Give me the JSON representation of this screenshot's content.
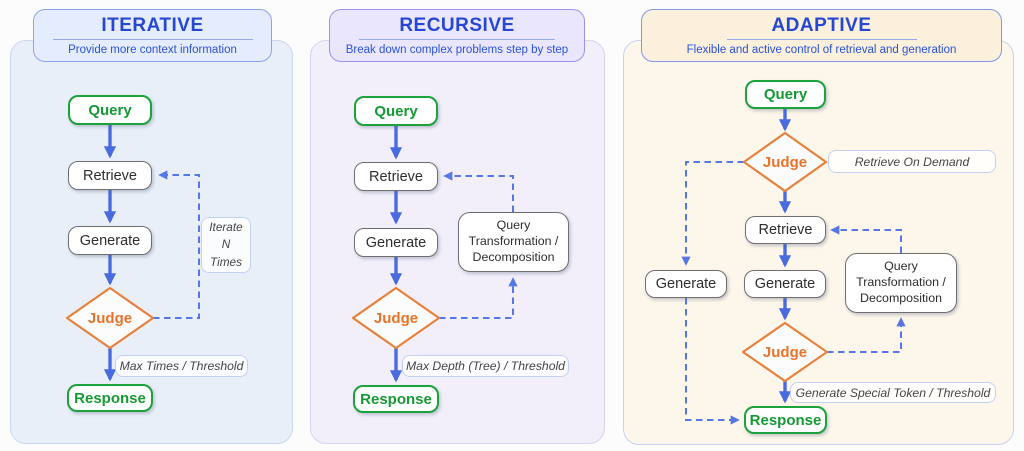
{
  "colors": {
    "title_blue": "#2646d4",
    "arrow_blue": "#4a6be0",
    "dashed_blue": "#5677e8",
    "green": "#1da23c",
    "orange": "#e8813b",
    "gray_border": "#6f6f6f",
    "panel1_bg": "#e9eff8",
    "panel2_bg": "#f2effb",
    "panel3_bg": "#fdf6ea"
  },
  "panels": [
    {
      "title": "ITERATIVE",
      "subtitle": "Provide more context information",
      "nodes": {
        "query": "Query",
        "retrieve": "Retrieve",
        "generate": "Generate",
        "judge": "Judge",
        "response": "Response"
      },
      "annotations": {
        "loop_lines": [
          "Iterate",
          "N",
          "Times"
        ],
        "exit": "Max Times / Threshold"
      }
    },
    {
      "title": "RECURSIVE",
      "subtitle": "Break down complex problems step by step",
      "nodes": {
        "query": "Query",
        "retrieve": "Retrieve",
        "generate": "Generate",
        "judge": "Judge",
        "response": "Response",
        "transform_lines": [
          "Query",
          "Transformation /",
          "Decomposition"
        ]
      },
      "annotations": {
        "exit": "Max Depth (Tree) / Threshold"
      }
    },
    {
      "title": "ADAPTIVE",
      "subtitle": "Flexible and  active control of retrieval and generation",
      "nodes": {
        "query": "Query",
        "judge1": "Judge",
        "retrieve": "Retrieve",
        "generate_left": "Generate",
        "generate": "Generate",
        "judge2": "Judge",
        "response": "Response",
        "transform_lines": [
          "Query",
          "Transformation /",
          "Decomposition"
        ]
      },
      "annotations": {
        "on_demand": "Retrieve On Demand",
        "exit": "Generate Special Token / Threshold"
      }
    }
  ]
}
